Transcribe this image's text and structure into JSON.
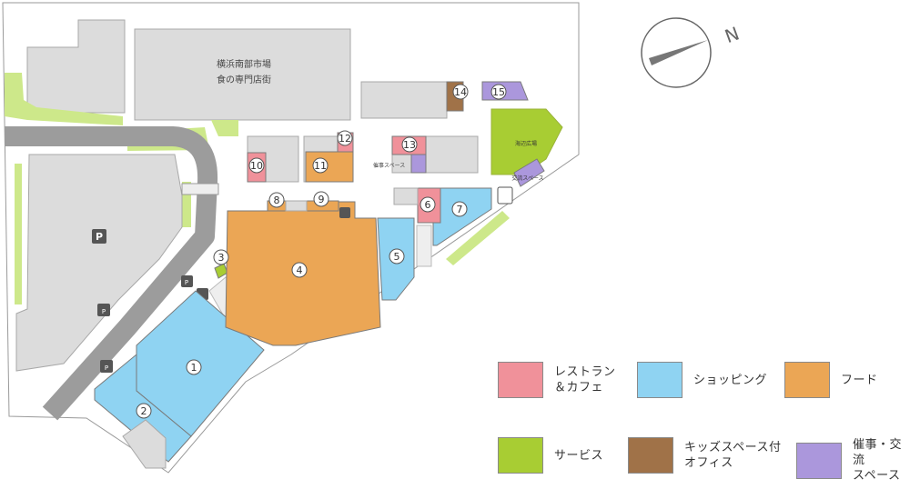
{
  "map": {
    "market_name_line1": "横浜南部市場",
    "market_name_line2": "食の専門店街",
    "event_space_label": "催事スペース",
    "seaside_plaza_label": "海辺広場",
    "exchange_space_label": "交流スペース",
    "parking_symbol": "P",
    "compass_letter": "N",
    "shop_numbers": [
      "1",
      "2",
      "3",
      "4",
      "5",
      "6",
      "7",
      "8",
      "9",
      "10",
      "11",
      "12",
      "13",
      "14",
      "15"
    ]
  },
  "colors": {
    "restaurant_cafe": "#f0919a",
    "shopping": "#8fd3f2",
    "food": "#eba655",
    "service": "#a8cd33",
    "kids_office": "#a07248",
    "event_exchange": "#ab97dc",
    "building_gray": "#dcdcdc",
    "road_gray": "#9c9c9c",
    "green_light": "#cde88a"
  },
  "legend": [
    {
      "label": "レストラン\n＆カフェ",
      "color_key": "restaurant_cafe"
    },
    {
      "label": "ショッピング",
      "color_key": "shopping"
    },
    {
      "label": "フード",
      "color_key": "food"
    },
    {
      "label": "サービス",
      "color_key": "service"
    },
    {
      "label": "キッズスペース付\nオフィス",
      "color_key": "kids_office"
    },
    {
      "label": "催事・交流\nスペース",
      "color_key": "event_exchange"
    }
  ]
}
